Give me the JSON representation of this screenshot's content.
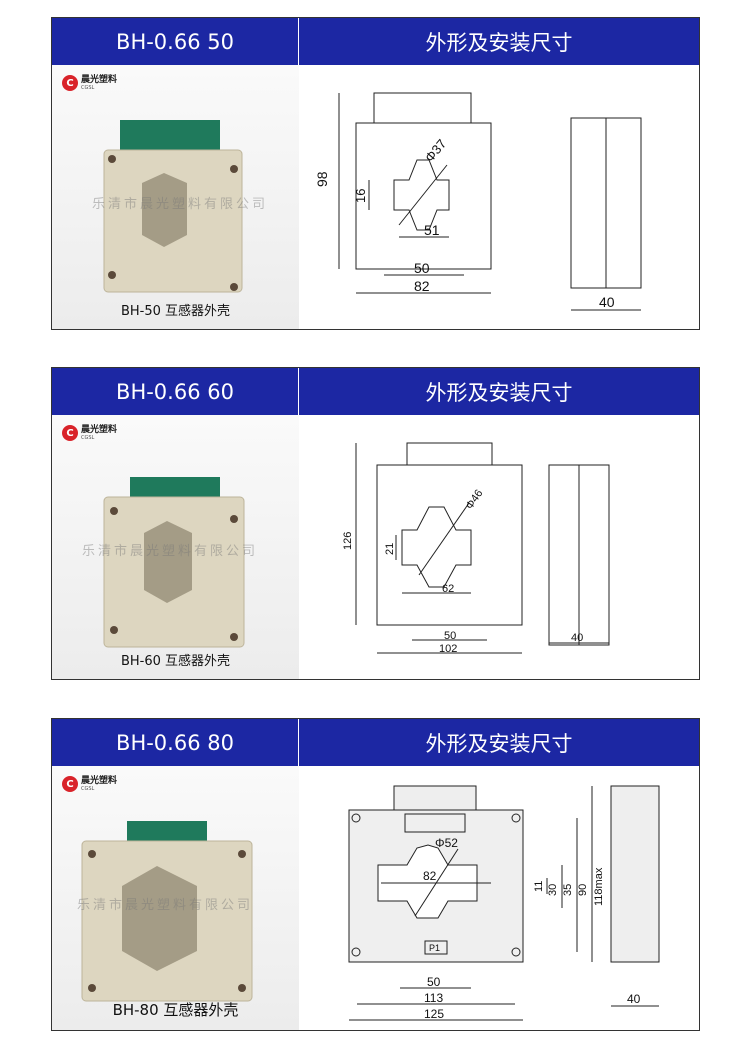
{
  "sections": [
    {
      "model": "BH-0.66 50",
      "drawing_title": "外形及安装尺寸",
      "caption": "BH-50 互感器外壳",
      "dims": {
        "height": "98",
        "slot": "16",
        "diameter": "Φ37",
        "window": "51",
        "mount": "50",
        "width": "82",
        "depth": "40"
      }
    },
    {
      "model": "BH-0.66 60",
      "drawing_title": "外形及安装尺寸",
      "caption": "BH-60 互感器外壳",
      "dims": {
        "height": "126",
        "slot": "21",
        "diameter": "Φ46",
        "window": "62",
        "mount": "50",
        "width": "102",
        "depth": "40"
      }
    },
    {
      "model": "BH-0.66 80",
      "drawing_title": "外形及安装尺寸",
      "caption": "BH-80 互感器外壳",
      "dims": {
        "diameter": "Φ52",
        "window": "82",
        "slot": "11",
        "d30": "30",
        "d35": "35",
        "d90": "90",
        "height": "118max",
        "mount": "50",
        "hole_span": "113",
        "width": "125",
        "depth": "40",
        "p1": "P1"
      }
    }
  ],
  "logo": {
    "name": "晨光塑料",
    "abbr": "CGSL"
  },
  "watermark": "乐清市晨光塑料有限公司",
  "colors": {
    "header": "#1c27a3",
    "housing": "#ddd6c0",
    "terminal": "#1f7a5c"
  }
}
